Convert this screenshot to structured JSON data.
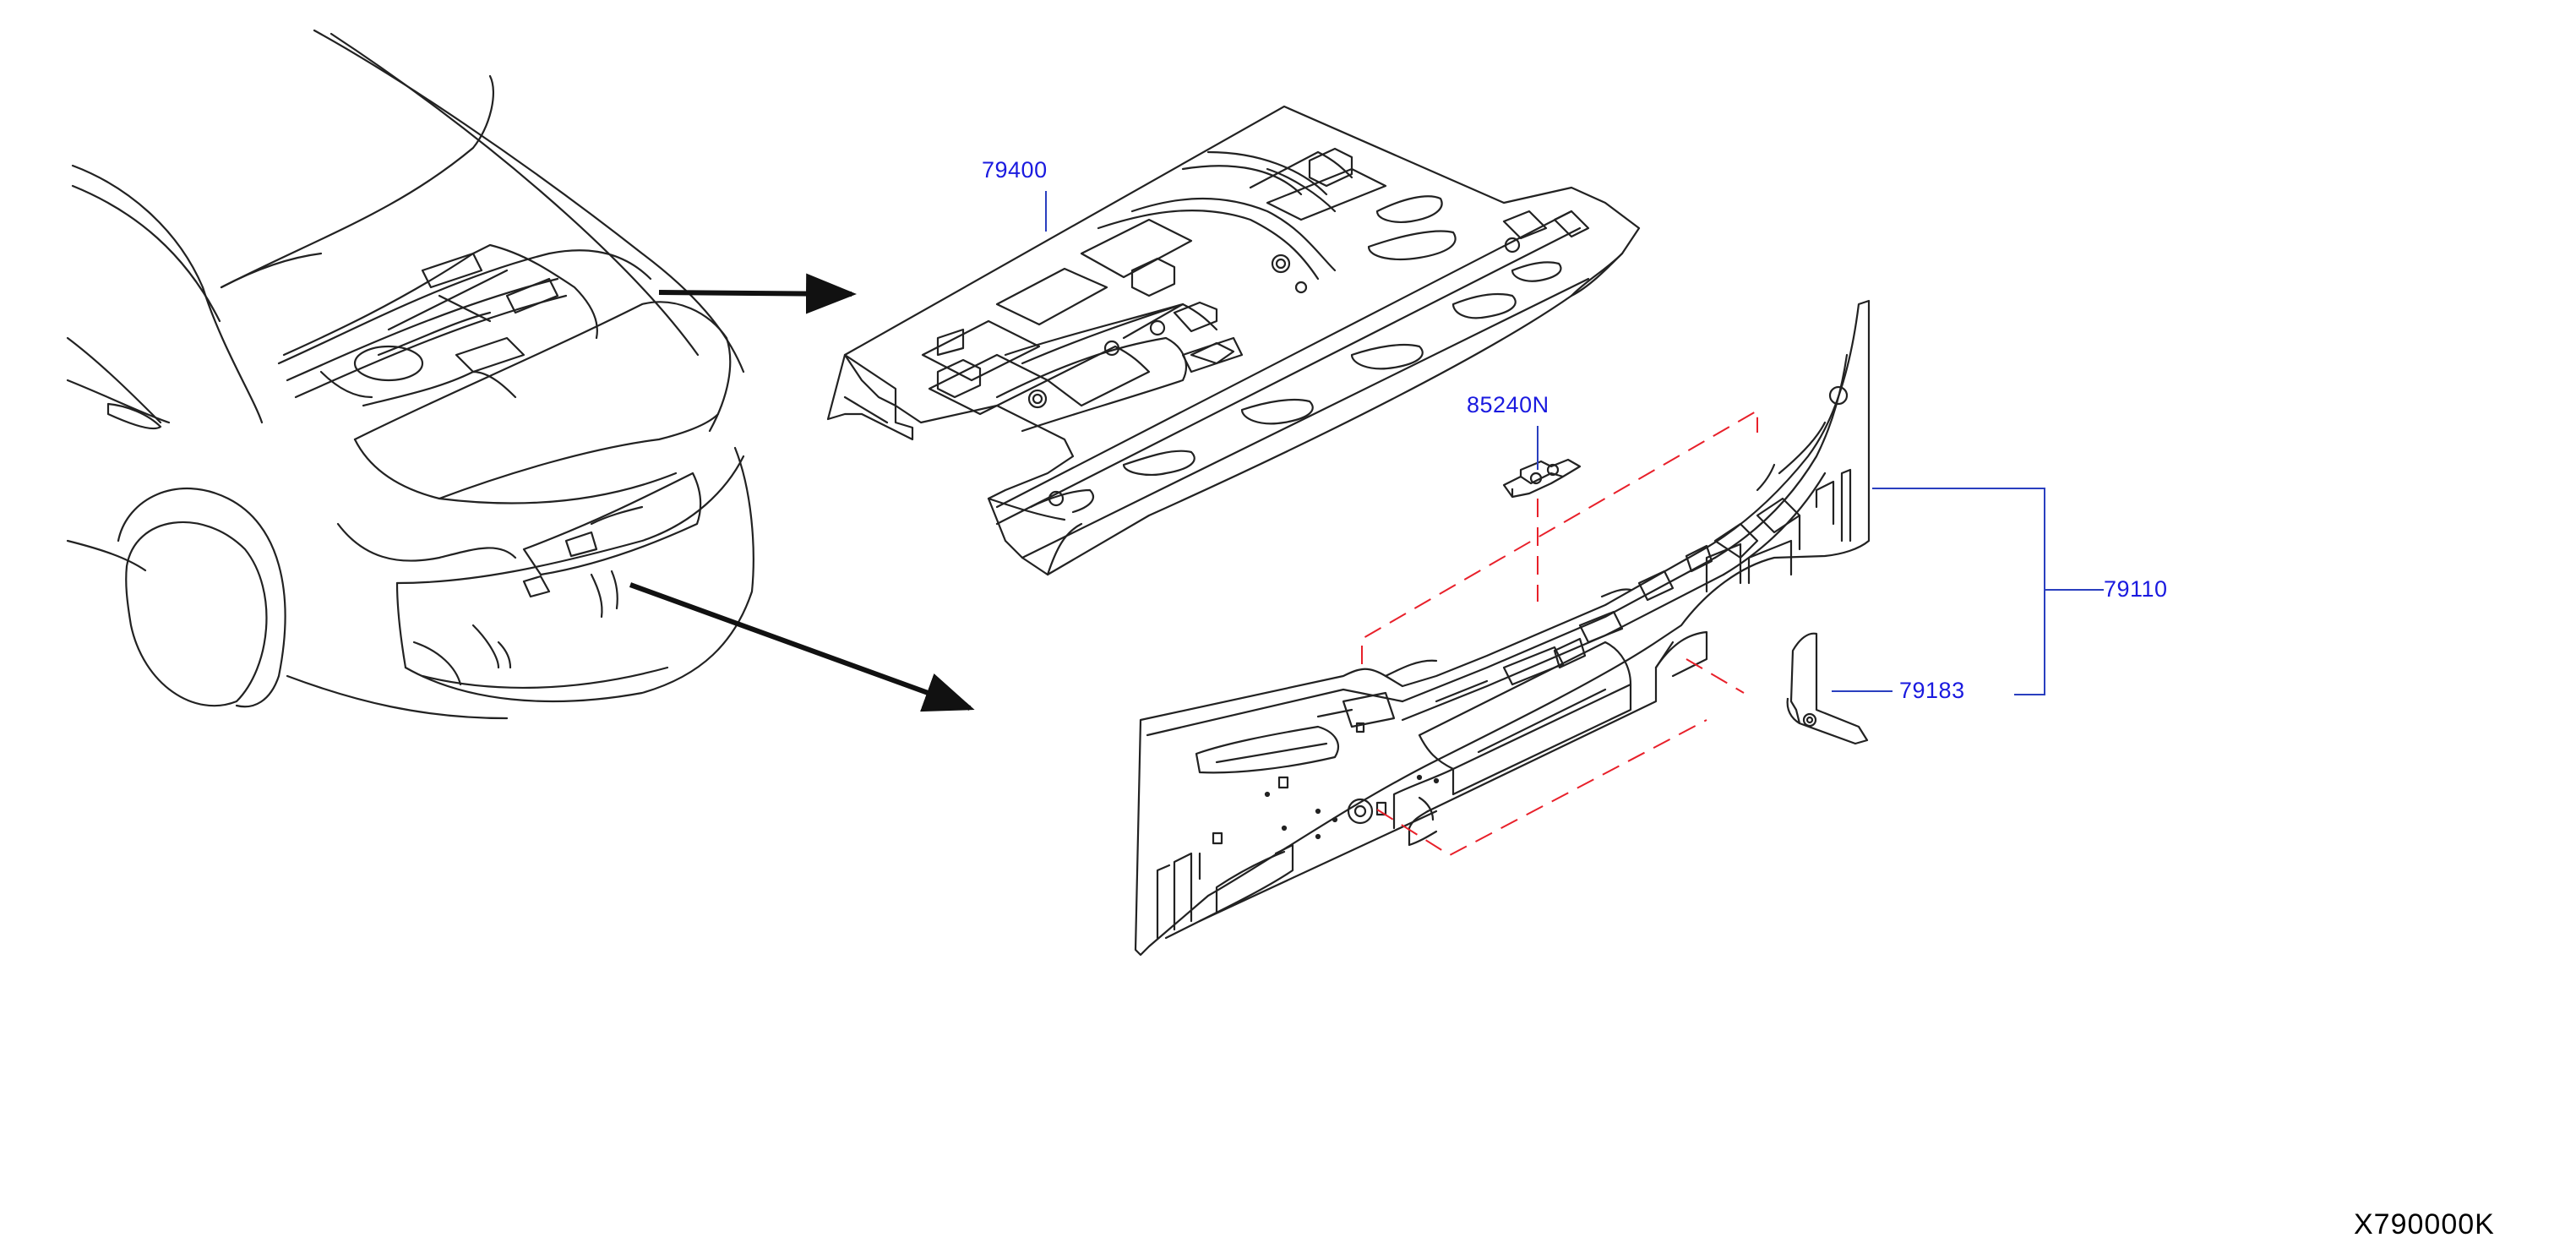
{
  "diagram": {
    "drawing_code": "X790000K",
    "parts": [
      {
        "id": "rear-parcel-shelf",
        "number": "79400"
      },
      {
        "id": "bracket-small",
        "number": "85240N"
      },
      {
        "id": "rear-panel",
        "number": "79110"
      },
      {
        "id": "rear-panel-bracket",
        "number": "79183"
      }
    ]
  },
  "colors": {
    "line": "#222222",
    "leader": "#2a3fbf",
    "callout_text": "#1a1adf",
    "assembly_dash": "#e8202a"
  }
}
